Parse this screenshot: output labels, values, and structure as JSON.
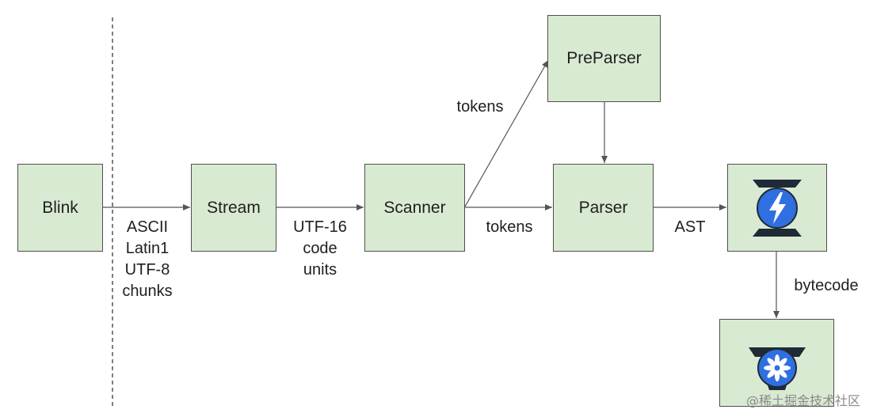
{
  "nodes": {
    "blink": "Blink",
    "stream": "Stream",
    "scanner": "Scanner",
    "preparser": "PreParser",
    "parser": "Parser"
  },
  "icons": {
    "compiler": "ignition-bolt-icon",
    "optimizer": "turbofan-icon"
  },
  "edges": {
    "blink_stream": [
      "ASCII",
      "Latin1",
      "UTF-8",
      "chunks"
    ],
    "stream_scanner": [
      "UTF-16",
      "code",
      "units"
    ],
    "scanner_preparser": "tokens",
    "scanner_parser": "tokens",
    "parser_compiler": "AST",
    "compiler_optimizer": "bytecode"
  },
  "colors": {
    "box_fill": "#d9ead3",
    "box_border": "#4f4f4f",
    "icon_blue": "#2f6fdf",
    "icon_dark": "#1f2a36"
  },
  "watermark": "@稀土掘金技术社区"
}
